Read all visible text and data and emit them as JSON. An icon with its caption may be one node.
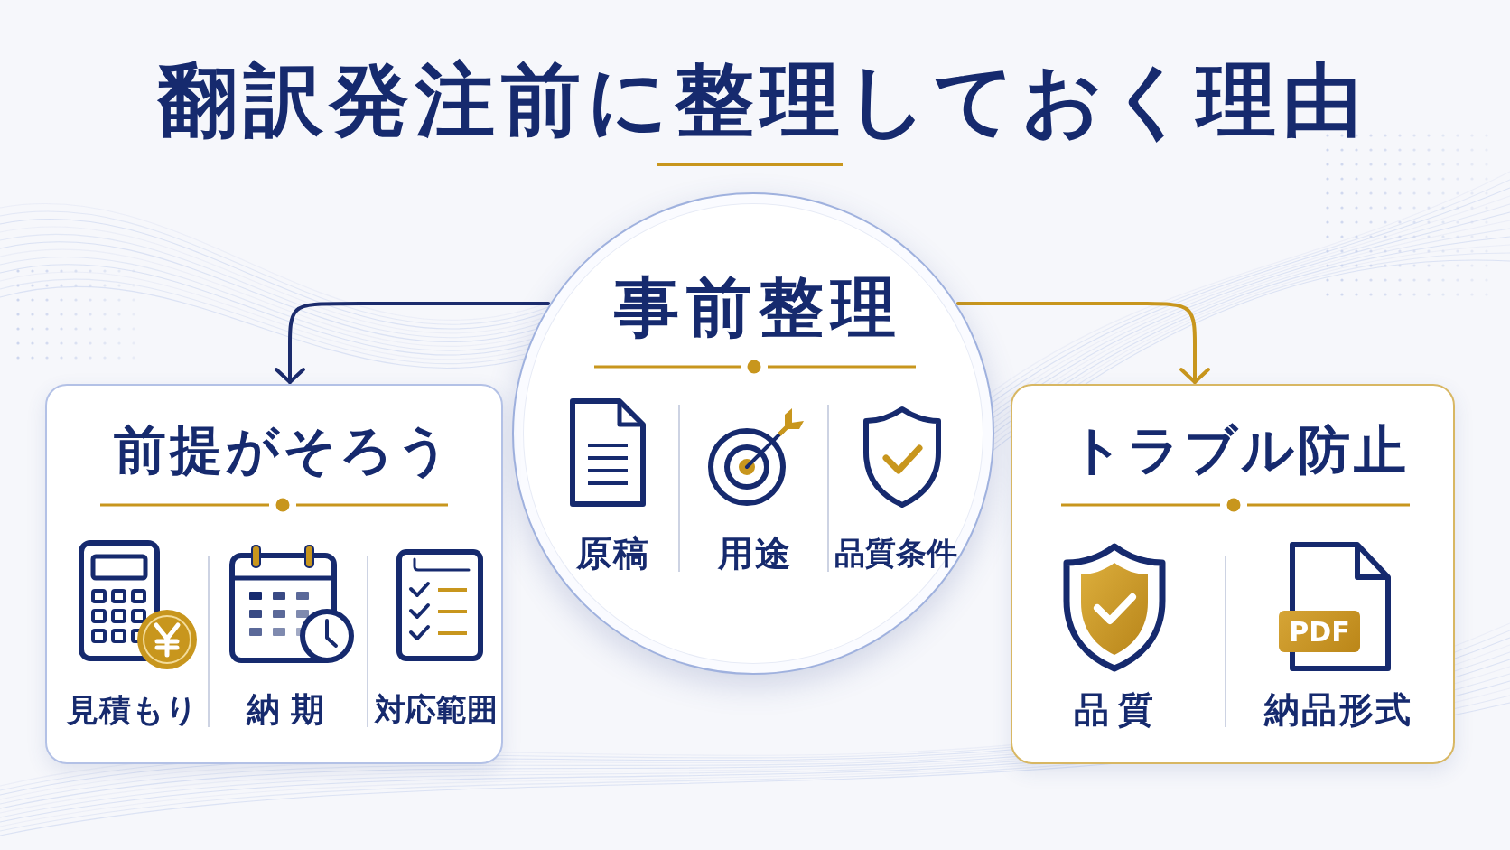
{
  "diagram": {
    "title": "翻訳発注前に整理しておく理由",
    "nodes": [
      {
        "text": [
          "事前整理",
          "原稿",
          "用途",
          "品質条件"
        ]
      },
      {
        "text": [
          "前提がそろう",
          "見積もり",
          "納期",
          "対応範囲"
        ]
      },
      {
        "text": [
          "トラブル防止",
          "品質",
          "納品形式"
        ]
      }
    ],
    "edges": [
      {
        "from": 0,
        "to": 1,
        "arrow": "to",
        "color": "#1b2b6c"
      },
      {
        "from": 0,
        "to": 2,
        "arrow": "to",
        "color": "#c8961d"
      }
    ],
    "labels": [
      "PDF"
    ]
  }
}
